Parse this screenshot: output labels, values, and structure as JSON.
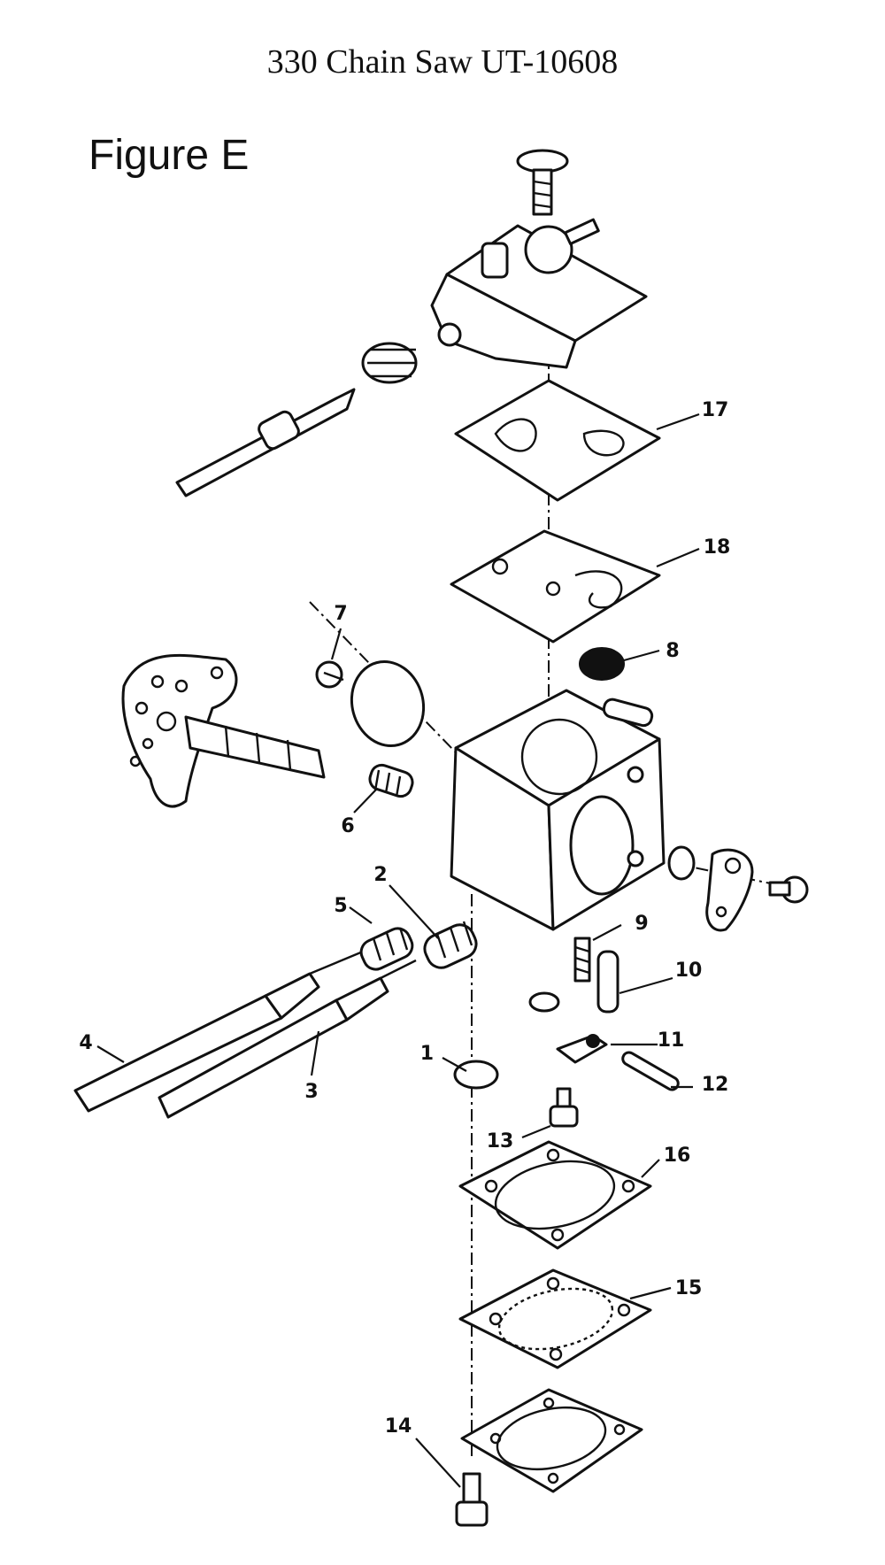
{
  "document": {
    "title": "330 Chain Saw UT-10608",
    "figure_label": "Figure E"
  },
  "callouts": [
    "1",
    "2",
    "3",
    "4",
    "5",
    "6",
    "7",
    "8",
    "9",
    "10",
    "11",
    "12",
    "13",
    "14",
    "15",
    "16",
    "17",
    "18"
  ]
}
